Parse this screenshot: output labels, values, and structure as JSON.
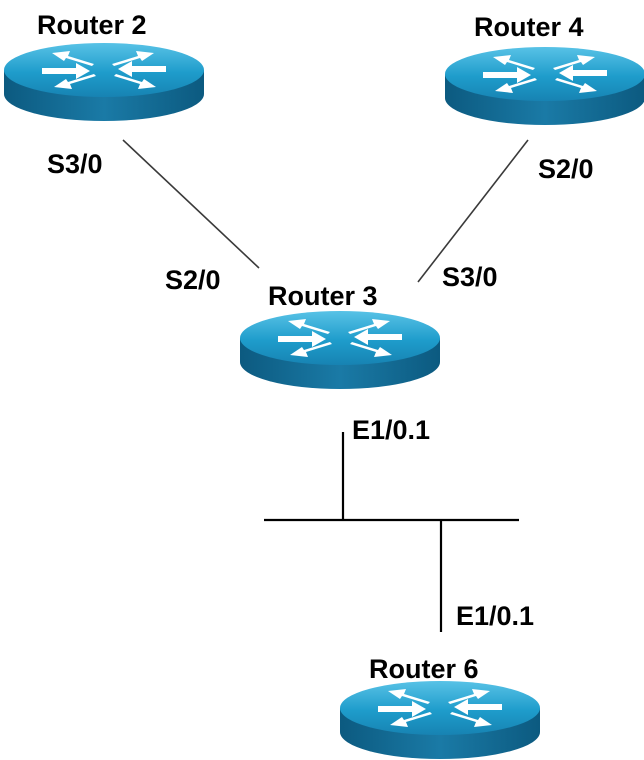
{
  "diagram": {
    "routers": [
      {
        "id": "router2",
        "label": "Router 2"
      },
      {
        "id": "router4",
        "label": "Router 4"
      },
      {
        "id": "router3",
        "label": "Router 3"
      },
      {
        "id": "router6",
        "label": "Router 6"
      }
    ],
    "interfaces": {
      "r2_s3_0": "S3/0",
      "r3_s2_0": "S2/0",
      "r4_s2_0": "S2/0",
      "r3_s3_0": "S3/0",
      "r3_e1_0_1": "E1/0.1",
      "r6_e1_0_1": "E1/0.1"
    },
    "links": [
      {
        "from": "Router 2",
        "from_if": "S3/0",
        "to": "Router 3",
        "to_if": "S2/0",
        "type": "serial"
      },
      {
        "from": "Router 4",
        "from_if": "S2/0",
        "to": "Router 3",
        "to_if": "S3/0",
        "type": "serial"
      },
      {
        "from": "Router 3",
        "from_if": "E1/0.1",
        "to": "LAN",
        "type": "ethernet"
      },
      {
        "from": "Router 6",
        "from_if": "E1/0.1",
        "to": "LAN",
        "type": "ethernet"
      }
    ],
    "colors": {
      "router_top": "#22a2cf",
      "router_side": "#0f5e86",
      "router_highlight": "#6ccbe8",
      "arrows": "#ffffff",
      "links": "#3a3a3a"
    }
  }
}
